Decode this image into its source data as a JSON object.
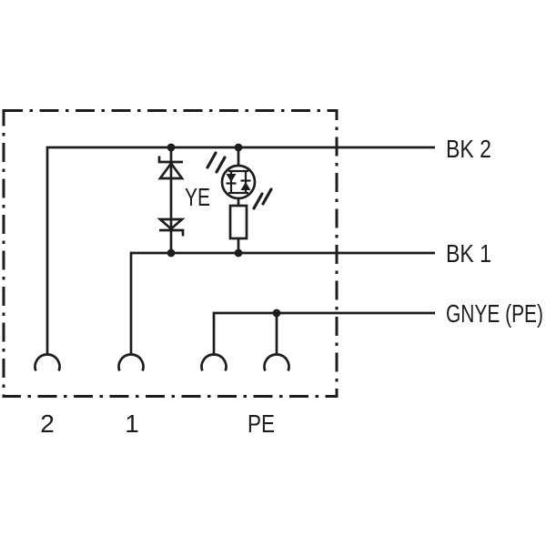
{
  "diagram": {
    "type": "valve-connector-wiring-diagram",
    "background_color": "#ffffff",
    "line_color": "#1d1d1b",
    "labels": {
      "bk2": "BK 2",
      "bk1": "BK 1",
      "gnye_pe": "GNYE (PE)",
      "led": "YE",
      "pin2": "2",
      "pin1": "1",
      "pe": "PE"
    },
    "symbols": [
      {
        "name": "enclosure-outline",
        "style": "dash-dot-border"
      },
      {
        "name": "suppressor-diode-pair",
        "style": "two back-to-back zener diodes"
      },
      {
        "name": "bipolar-led",
        "label": "YE",
        "style": "circle with two anti-parallel diodes and light rays"
      },
      {
        "name": "resistor",
        "style": "rectangle"
      },
      {
        "name": "pin-contact",
        "count": 4,
        "style": "open半circle"
      }
    ]
  }
}
